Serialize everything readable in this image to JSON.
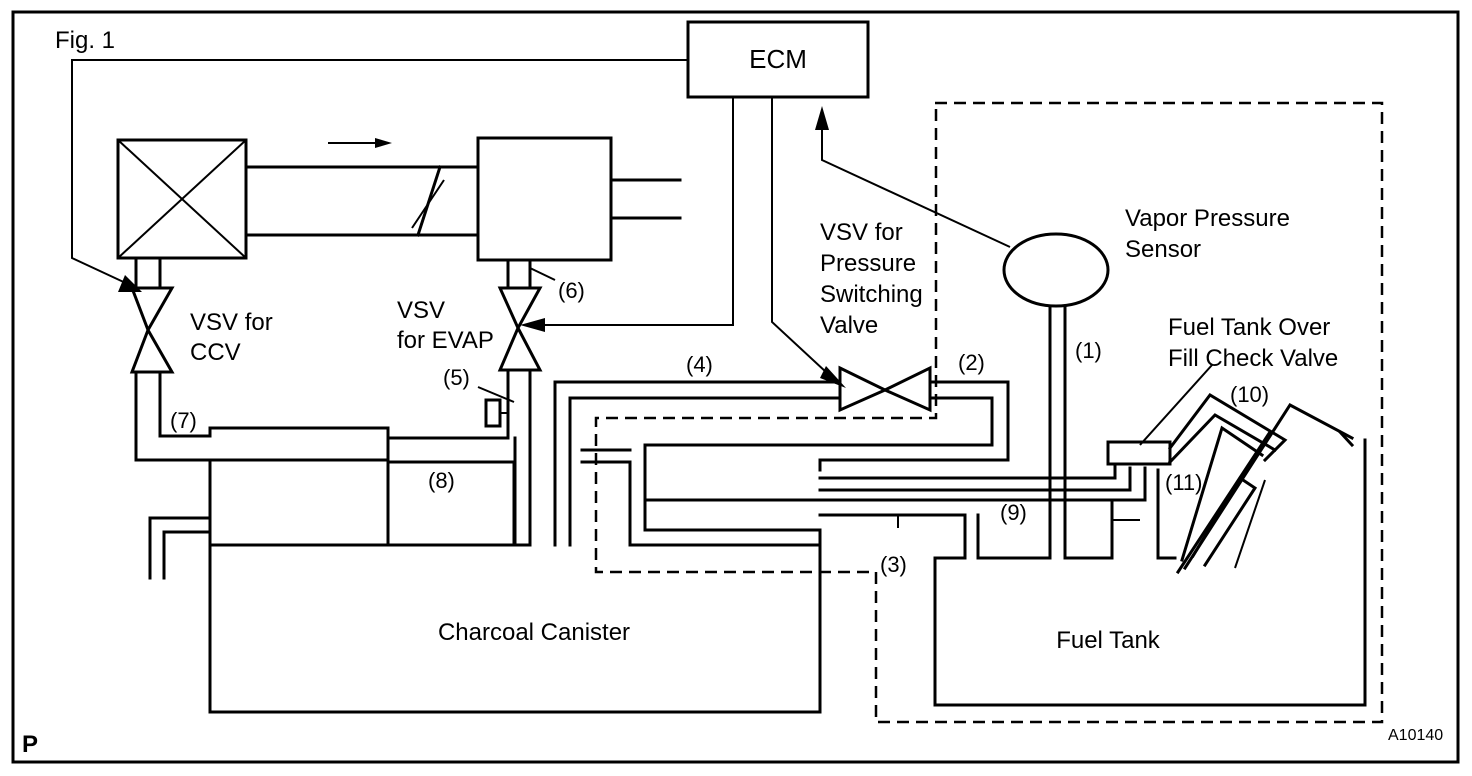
{
  "figure": {
    "fig_label": "Fig. 1",
    "corner_code": "P",
    "part_code": "A10140"
  },
  "components": {
    "ecm": "ECM",
    "vapor_pressure_sensor": [
      "Vapor Pressure",
      "Sensor"
    ],
    "vsv_pressure_switching": [
      "VSV for",
      "Pressure",
      "Switching",
      "Valve"
    ],
    "vsv_ccv": [
      "VSV for",
      "CCV"
    ],
    "vsv_evap": [
      "VSV",
      "for EVAP"
    ],
    "fuel_tank_check_valve": [
      "Fuel Tank Over",
      "Fill Check Valve"
    ],
    "charcoal_canister": "Charcoal Canister",
    "fuel_tank": "Fuel Tank"
  },
  "callouts": {
    "n1": "(1)",
    "n2": "(2)",
    "n3": "(3)",
    "n4": "(4)",
    "n5": "(5)",
    "n6": "(6)",
    "n7": "(7)",
    "n8": "(8)",
    "n9": "(9)",
    "n10": "(10)",
    "n11": "(11)"
  }
}
